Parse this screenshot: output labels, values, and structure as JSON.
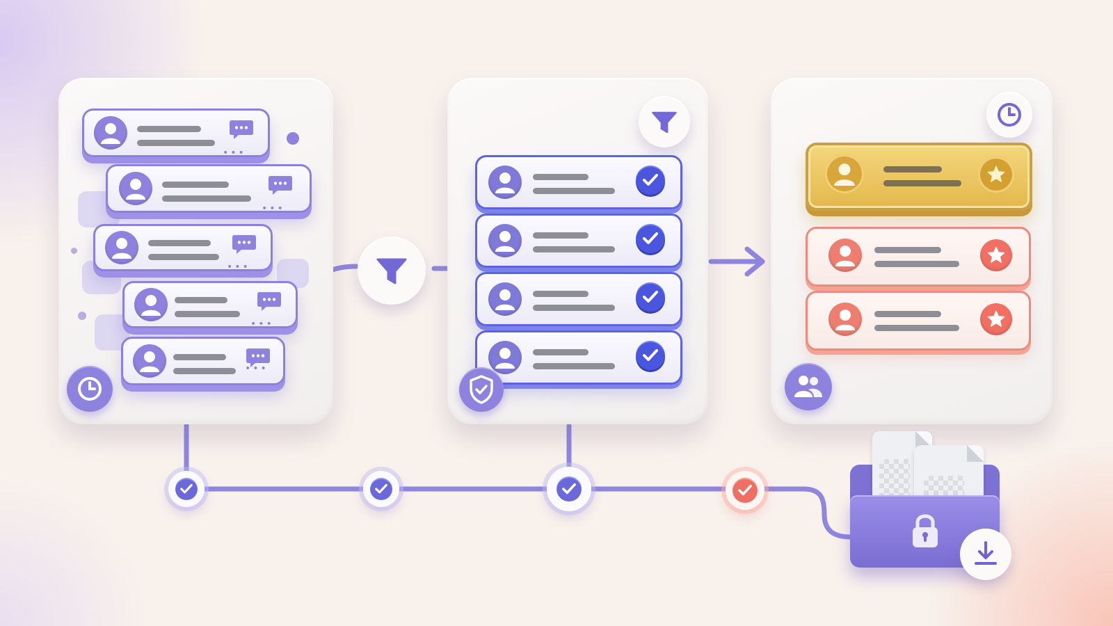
{
  "diagram": {
    "stages": [
      {
        "id": "collect",
        "icon": "chat-bubble-icon",
        "badge_icon": "clock-icon",
        "card_count": 5
      },
      {
        "id": "filter",
        "icon": "funnel-icon",
        "badge_icon": "shield-check-icon",
        "card_count": 4
      },
      {
        "id": "prioritize",
        "icon": "star-icon",
        "badge_icon": "group-icon",
        "corner_icon": "clock-icon",
        "card_count": 3
      }
    ],
    "timeline_steps": [
      {
        "status": "done",
        "color": "#6b68dc"
      },
      {
        "status": "done",
        "color": "#6b68dc"
      },
      {
        "status": "done",
        "color": "#6b68dc"
      },
      {
        "status": "done",
        "color": "#ef6f62"
      }
    ],
    "archive": {
      "icons": [
        "folder-icon",
        "padlock-icon",
        "download-icon",
        "document-icon"
      ]
    },
    "colors": {
      "primary_purple": "#8f82df",
      "check_blue": "#4a56de",
      "priority_gold": "#e3b84c",
      "priority_salmon": "#ef6f62",
      "background": "#f8f1ec"
    }
  }
}
